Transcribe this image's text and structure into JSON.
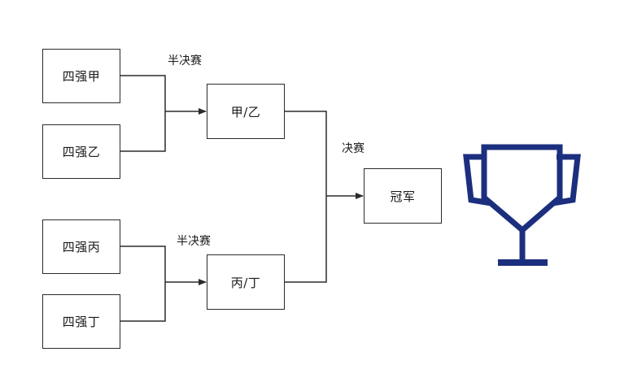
{
  "quarterfinals": [
    {
      "label": "四强甲"
    },
    {
      "label": "四强乙"
    },
    {
      "label": "四强丙"
    },
    {
      "label": "四强丁"
    }
  ],
  "semifinals": [
    {
      "label": "甲/乙",
      "round_label": "半决赛"
    },
    {
      "label": "丙/丁",
      "round_label": "半决赛"
    }
  ],
  "final": {
    "label": "冠军",
    "round_label": "决赛"
  },
  "colors": {
    "line": "#2b2b2b",
    "trophy": "#1c2f7e"
  },
  "icons": {
    "trophy": "trophy-icon"
  }
}
